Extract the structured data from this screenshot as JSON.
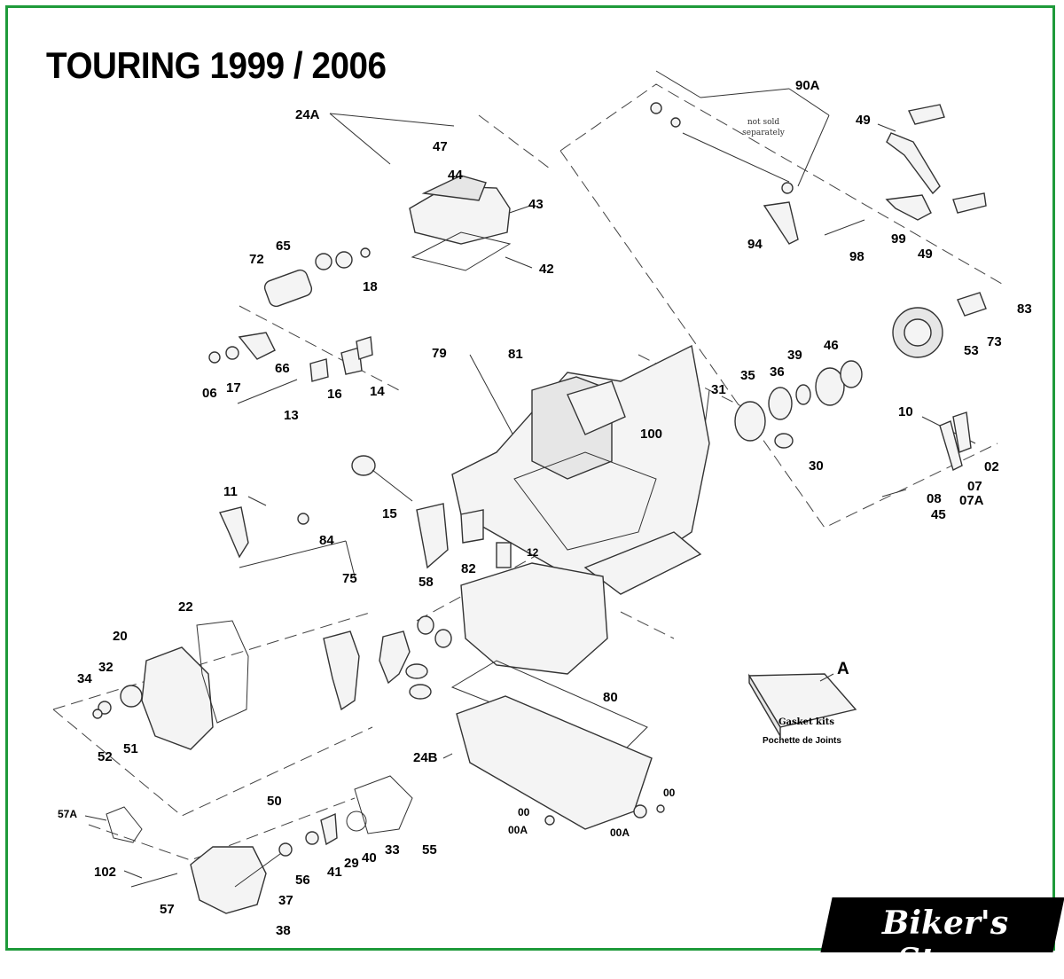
{
  "title": "TOURING 1999 / 2006",
  "note": "not sold separately",
  "kit": {
    "letter": "A",
    "box_label": "Gasket kits",
    "caption": "Pochette de Joints"
  },
  "logo": "Biker's Store",
  "colors": {
    "frame": "#1e9a3a",
    "logo_bg": "#000000",
    "logo_text": "#ffffff"
  },
  "callouts": [
    "24A",
    "47",
    "44",
    "43",
    "42",
    "90A",
    "49",
    "94",
    "98",
    "99",
    "65",
    "72",
    "18",
    "66",
    "06",
    "17",
    "13",
    "16",
    "14",
    "79",
    "81",
    "31",
    "35",
    "36",
    "39",
    "46",
    "83",
    "53",
    "73",
    "100",
    "30",
    "10",
    "02",
    "07",
    "07A",
    "08",
    "45",
    "11",
    "84",
    "75",
    "15",
    "58",
    "82",
    "12",
    "22",
    "20",
    "32",
    "34",
    "52",
    "51",
    "80",
    "24B",
    "00",
    "00A",
    "50",
    "57A",
    "102",
    "57",
    "56",
    "37",
    "38",
    "29",
    "41",
    "40",
    "33",
    "55"
  ]
}
